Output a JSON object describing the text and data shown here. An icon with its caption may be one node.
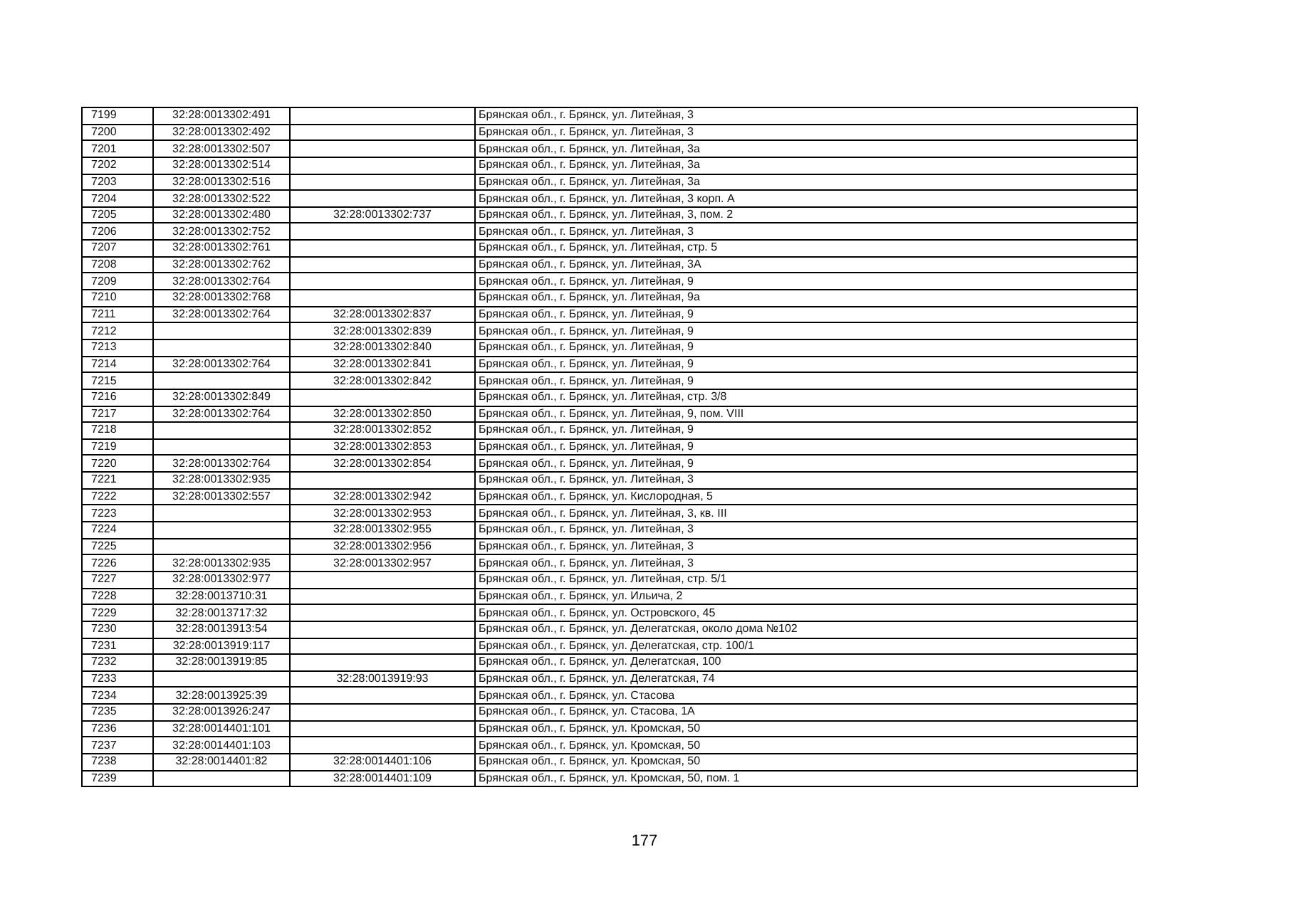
{
  "diagram": {
    "labels": [
      "7199",
      "32:28:0013302:491",
      "Брянская обл., г. Брянск, ул. Литейная, 3",
      "7200",
      "32:28:0013302:492",
      "Брянская обл., г. Брянск, ул. Литейная, 3",
      "7201",
      "32:28:0013302:507",
      "Брянская обл., г. Брянск, ул. Литейная, 3а",
      "7202",
      "32:28:0013302:514",
      "Брянская обл., г. Брянск, ул. Литейная, 3а",
      "7203",
      "32:28:0013302:516",
      "Брянская обл., г. Брянск, ул. Литейная, 3а",
      "7204",
      "32:28:0013302:522",
      "Брянская обл., г. Брянск, ул. Литейная, 3 корп. А",
      "7205",
      "32:28:0013302:480",
      "32:28:0013302:737",
      "Брянская обл., г. Брянск, ул. Литейная, 3, пом. 2",
      "7206",
      "32:28:0013302:752",
      "Брянская обл., г. Брянск, ул. Литейная, 3",
      "7207",
      "32:28:0013302:761",
      "Брянская обл., г. Брянск, ул. Литейная, стр. 5",
      "7208",
      "32:28:0013302:762",
      "Брянская обл., г. Брянск, ул. Литейная, 3А",
      "7209",
      "32:28:0013302:764",
      "Брянская обл., г. Брянск, ул. Литейная, 9",
      "7210",
      "32:28:0013302:768",
      "Брянская обл., г. Брянск, ул. Литейная, 9а",
      "7211",
      "32:28:0013302:764",
      "32:28:0013302:837",
      "Брянская обл., г. Брянск, ул. Литейная, 9",
      "7212",
      "32:28:0013302:839",
      "Брянская обл., г. Брянск, ул. Литейная, 9",
      "7213",
      "32:28:0013302:840",
      "Брянская обл., г. Брянск, ул. Литейная, 9",
      "7214",
      "32:28:0013302:764",
      "32:28:0013302:841",
      "Брянская обл., г. Брянск, ул. Литейная, 9",
      "7215",
      "32:28:0013302:842",
      "Брянская обл., г. Брянск, ул. Литейная, 9",
      "7216",
      "32:28:0013302:849",
      "Брянская обл., г. Брянск, ул. Литейная, стр. 3/8",
      "7217",
      "32:28:0013302:764",
      "32:28:0013302:850",
      "Брянская обл., г. Брянск, ул. Литейная, 9, пом. VIII",
      "7218",
      "32:28:0013302:852",
      "Брянская обл., г. Брянск, ул. Литейная, 9",
      "7219",
      "32:28:0013302:853",
      "Брянская обл., г. Брянск, ул. Литейная, 9",
      "7220",
      "32:28:0013302:764",
      "32:28:0013302:854",
      "Брянская обл., г. Брянск, ул. Литейная, 9",
      "7221",
      "32:28:0013302:935",
      "Брянская обл., г. Брянск, ул. Литейная, 3",
      "7222",
      "32:28:0013302:557",
      "32:28:0013302:942",
      "Брянская обл., г. Брянск, ул. Кислородная, 5",
      "7223",
      "32:28:0013302:953",
      "Брянская обл., г. Брянск, ул. Литейная, 3, кв. III",
      "7224",
      "32:28:0013302:955",
      "Брянская обл., г. Брянск, ул. Литейная, 3",
      "7225",
      "32:28:0013302:956",
      "Брянская обл., г. Брянск, ул. Литейная, 3",
      "7226",
      "32:28:0013302:935",
      "32:28:0013302:957",
      "Брянская обл., г. Брянск, ул. Литейная, 3",
      "7227",
      "32:28:0013302:977",
      "Брянская обл., г. Брянск, ул. Литейная, стр. 5/1",
      "7228",
      "32:28:0013710:31",
      "Брянская обл., г. Брянск, ул. Ильича, 2",
      "7229",
      "32:28:0013717:32",
      "Брянская обл., г. Брянск, ул. Островского, 45",
      "7230",
      "32:28:0013913:54",
      "Брянская обл., г. Брянск, ул. Делегатская, около дома №102",
      "7231",
      "32:28:0013919:117",
      "Брянская обл., г. Брянск, ул. Делегатская, стр. 100/1",
      "7232",
      "32:28:0013919:85",
      "Брянская обл., г. Брянск, ул. Делегатская, 100",
      "7233",
      "32:28:0013919:93",
      "Брянская обл., г. Брянск, ул. Делегатская, 74",
      "7234",
      "32:28:0013925:39",
      "Брянская обл., г. Брянск, ул. Стасова",
      "7235",
      "32:28:0013926:247",
      "Брянская обл., г. Брянск, ул. Стасова, 1А",
      "7236",
      "32:28:0014401:101",
      "Брянская обл., г. Брянск, ул. Кромская, 50",
      "7237",
      "32:28:0014401:103",
      "Брянская обл., г. Брянск, ул. Кромская, 50",
      "7238",
      "32:28:0014401:82",
      "32:28:0014401:106",
      "Брянская обл., г. Брянск, ул. Кромская, 50",
      "7239",
      "32:28:0014401:109",
      "Брянская обл., г. Брянск, ул. Кромская, 50, пом. 1",
      "177"
    ]
  }
}
